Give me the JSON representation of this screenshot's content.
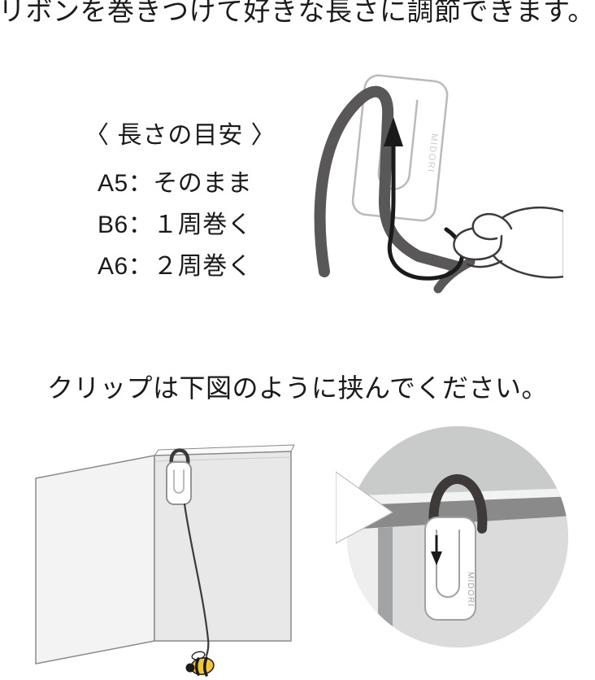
{
  "intro": {
    "text": "リボンを巻きつけて好きな長さに調節できます。"
  },
  "length_guide": {
    "title": "〈 長さの目安 〉",
    "items": [
      "A5：そのまま",
      "B6：１周巻く",
      "A6：２周巻く"
    ]
  },
  "clip_note": {
    "text": "クリップは下図のように挟んでください。"
  },
  "wrap_figure": {
    "brand": "MIDORI"
  },
  "detail_figure": {
    "brand": "MIDORI"
  },
  "colors": {
    "text": "#1a1a1a",
    "ribbon_gray": "#595757",
    "outline_gray": "#8a8a8b",
    "light_gray": "#c9caca",
    "cover_gray": "#dbdbdc",
    "charm_yellow": "#f3c53b"
  }
}
